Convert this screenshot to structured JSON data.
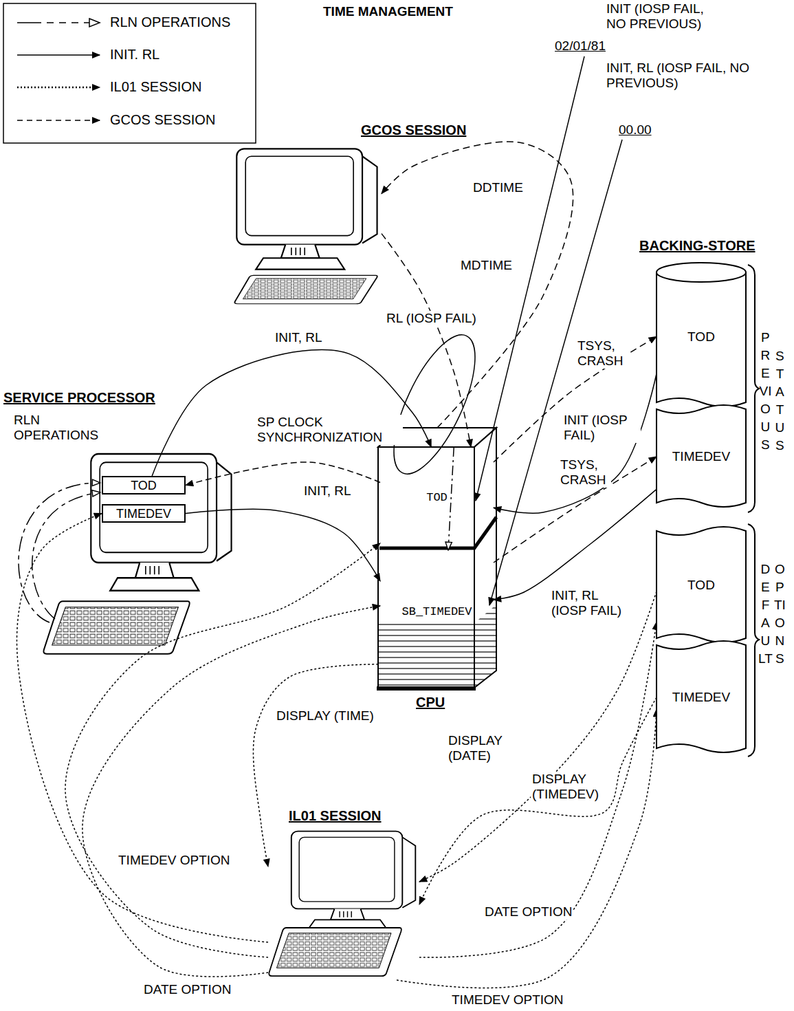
{
  "diagram": {
    "title": "TIME MANAGEMENT",
    "nodes": [
      {
        "text": [
          "GCOS SESSION"
        ]
      },
      {
        "text": [
          "SERVICE PROCESSOR"
        ]
      },
      {
        "text": [
          "TOD"
        ],
        "in": 1
      },
      {
        "text": [
          "TIMEDEV"
        ],
        "in": 1
      },
      {
        "text": [
          "CPU"
        ]
      },
      {
        "text": [
          "TOD"
        ],
        "in": 4
      },
      {
        "text": [
          "SB_TIMEDEV"
        ],
        "in": 4
      },
      {
        "text": [
          "TOD"
        ]
      },
      {
        "text": [
          "TIMEDEV"
        ]
      },
      {
        "text": [
          "TOD"
        ]
      },
      {
        "text": [
          "TIMEDEV"
        ]
      },
      {
        "text": [
          "IL01 SESSION"
        ]
      }
    ],
    "edges": [
      {
        "from": 2,
        "to": 5,
        "label": "INIT, RL",
        "arrow": "to"
      },
      {
        "from": 3,
        "to": 6,
        "label": "INIT, RL",
        "arrow": "to"
      },
      {
        "from": 5,
        "to": 2,
        "label": "SP CLOCK SYNCHRONIZATION",
        "arrow": "to"
      },
      {
        "from": 4,
        "to": 0,
        "label": "DDTIME",
        "arrow": "to"
      },
      {
        "from": 0,
        "to": 5,
        "label": "MDTIME",
        "arrow": "to"
      },
      {
        "from": 5,
        "to": 7,
        "label": "TSYS, CRASH",
        "arrow": "to"
      },
      {
        "from": 6,
        "to": 8,
        "label": "TSYS, CRASH",
        "arrow": "to"
      },
      {
        "from": 7,
        "to": 5,
        "label": "INIT (IOSP FAIL)",
        "arrow": "to"
      },
      {
        "from": 8,
        "to": 6,
        "label": "INIT, RL (IOSP FAIL)",
        "arrow": "to"
      },
      {
        "from": 4,
        "to": 11,
        "label": "DISPLAY (TIME)",
        "arrow": "to"
      },
      {
        "from": 9,
        "to": 11,
        "label": "DISPLAY (DATE)",
        "arrow": "to"
      },
      {
        "from": 10,
        "to": 11,
        "label": "DISPLAY (TIMEDEV)",
        "arrow": "to"
      },
      {
        "from": 11,
        "to": 9,
        "label": "DATE OPTION",
        "arrow": "to"
      },
      {
        "from": 11,
        "to": 10,
        "label": "TIMEDEV OPTION",
        "arrow": "to"
      },
      {
        "from": 11,
        "to": 3,
        "label": "TIMEDEV OPTION",
        "arrow": "to"
      },
      {
        "from": 11,
        "to": 5,
        "label": "DATE OPTION",
        "arrow": "to"
      },
      {
        "from": 11,
        "to": 6,
        "arrow": "to"
      },
      {
        "from": 5,
        "to": 6,
        "arrow": "to"
      }
    ],
    "labels": [
      "INIT (IOSP FAIL, NO PREVIOUS)",
      "02/01/81",
      "INIT, RL (IOSP FAIL, NO PREVIOUS)",
      "00.00",
      "RL (IOSP FAIL)",
      "RLN OPERATIONS",
      "BACKING-STORE",
      "PREVIOUS",
      "STATUS",
      "DEFAULT",
      "OPTIONS"
    ],
    "legend": [
      {
        "text": "RLN OPERATIONS"
      },
      {
        "text": "INIT. RL"
      },
      {
        "text": "IL01 SESSION"
      },
      {
        "text": "GCOS SESSION"
      }
    ]
  }
}
